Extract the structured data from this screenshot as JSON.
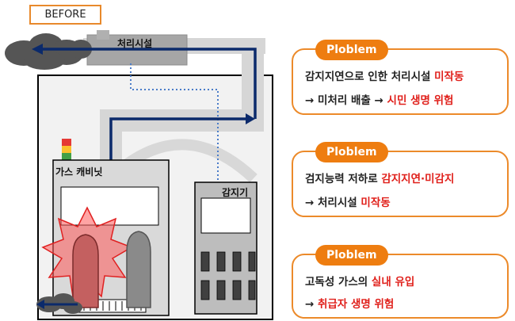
{
  "before_label": "BEFORE",
  "diagram": {
    "treatment_label": "처리시설",
    "cabinet_label": "가스 캐비닛",
    "detector_label": "감지기",
    "colors": {
      "arrow": "#0b2a6b",
      "duct": "#d9d9d9",
      "hazard": "#ff3b3b",
      "dotted": "#4a7cc9"
    }
  },
  "problems": [
    {
      "tag": "Ploblem",
      "line1": {
        "plain": "감지지연으로 인한 처리시설 ",
        "red": "미작동"
      },
      "line2": {
        "plain": "→ 미처리 배출 → ",
        "red": "시민 생명 위험"
      }
    },
    {
      "tag": "Ploblem",
      "line1": {
        "plain": "검지능력 저하로 ",
        "red": "감지지연·미감지"
      },
      "line2": {
        "plain": "→ 처리시설 ",
        "red": "미작동"
      }
    },
    {
      "tag": "Ploblem",
      "line1": {
        "plain": "고독성 가스의 ",
        "red": "실내 유입"
      },
      "line2": {
        "plain": "→ ",
        "red": "취급자 생명 위험"
      }
    }
  ]
}
